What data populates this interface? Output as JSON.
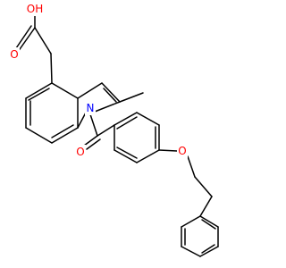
{
  "diagram": {
    "type": "chemical-structure",
    "colors": {
      "bond": "#000000",
      "oxygen": "#ff0000",
      "nitrogen": "#0000ff",
      "background": "#ffffff"
    },
    "atoms": [
      {
        "id": "O_hydroxyl",
        "label": "OH",
        "element": "O"
      },
      {
        "id": "O_carbonyl_acid",
        "label": "O",
        "element": "O"
      },
      {
        "id": "N1",
        "label": "N",
        "element": "N"
      },
      {
        "id": "O_carbonyl_amide",
        "label": "O",
        "element": "O"
      },
      {
        "id": "O_ether",
        "label": "O",
        "element": "O"
      }
    ]
  }
}
